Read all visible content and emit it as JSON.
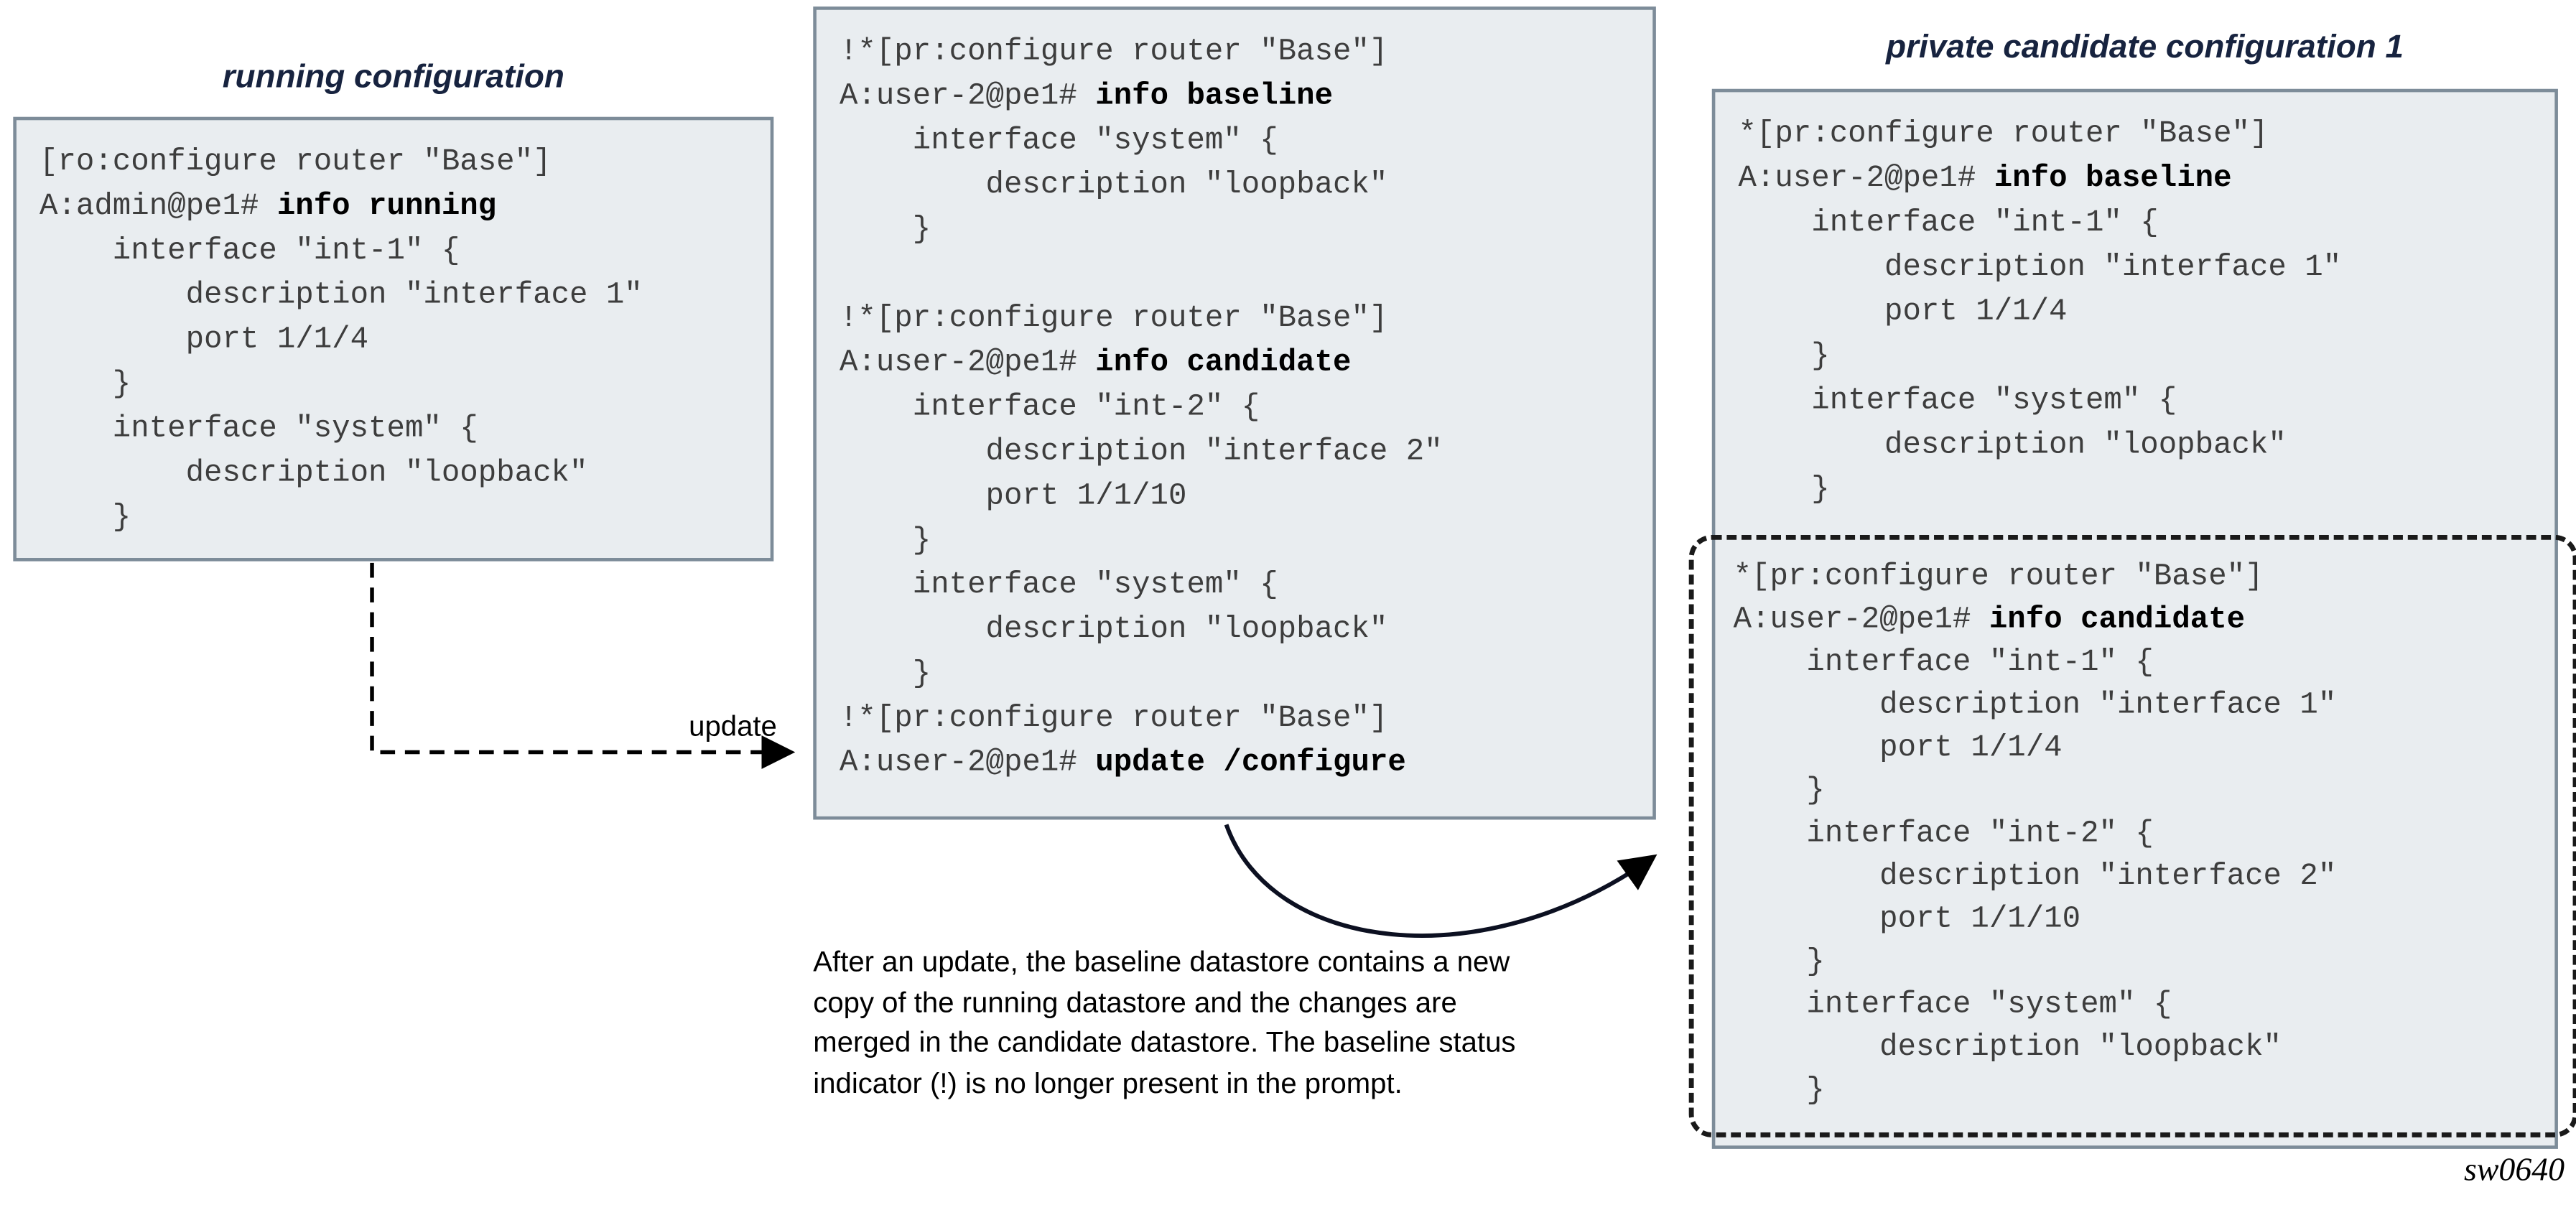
{
  "diagram": {
    "running": {
      "title": "running configuration",
      "lines": [
        {
          "t": "[ro:configure router \"Base\"]"
        },
        {
          "t": "A:admin@pe1# ",
          "b": "info running"
        },
        {
          "t": "    interface \"int-1\" {"
        },
        {
          "t": "        description \"interface 1\""
        },
        {
          "t": "        port 1/1/4"
        },
        {
          "t": "    }"
        },
        {
          "t": "    interface \"system\" {"
        },
        {
          "t": "        description \"loopback\""
        },
        {
          "t": "    }"
        }
      ]
    },
    "update_box": {
      "lines": [
        {
          "t": "!*[pr:configure router \"Base\"]"
        },
        {
          "t": "A:user-2@pe1# ",
          "b": "info baseline"
        },
        {
          "t": "    interface \"system\" {"
        },
        {
          "t": "        description \"loopback\""
        },
        {
          "t": "    }"
        },
        {
          "t": ""
        },
        {
          "t": "!*[pr:configure router \"Base\"]"
        },
        {
          "t": "A:user-2@pe1# ",
          "b": "info candidate"
        },
        {
          "t": "    interface \"int-2\" {"
        },
        {
          "t": "        description \"interface 2\""
        },
        {
          "t": "        port 1/1/10"
        },
        {
          "t": "    }"
        },
        {
          "t": "    interface \"system\" {"
        },
        {
          "t": "        description \"loopback\""
        },
        {
          "t": "    }"
        },
        {
          "t": "!*[pr:configure router \"Base\"]"
        },
        {
          "t": "A:user-2@pe1# ",
          "b": "update /configure"
        }
      ]
    },
    "private_candidate": {
      "title": "private candidate configuration 1",
      "baseline_lines": [
        {
          "t": "*[pr:configure router \"Base\"]"
        },
        {
          "t": "A:user-2@pe1# ",
          "b": "info baseline"
        },
        {
          "t": "    interface \"int-1\" {"
        },
        {
          "t": "        description \"interface 1\""
        },
        {
          "t": "        port 1/1/4"
        },
        {
          "t": "    }"
        },
        {
          "t": "    interface \"system\" {"
        },
        {
          "t": "        description \"loopback\""
        },
        {
          "t": "    }"
        }
      ],
      "candidate_lines": [
        {
          "t": "*[pr:configure router \"Base\"]"
        },
        {
          "t": "A:user-2@pe1# ",
          "b": "info candidate"
        },
        {
          "t": "    interface \"int-1\" {"
        },
        {
          "t": "        description \"interface 1\""
        },
        {
          "t": "        port 1/1/4"
        },
        {
          "t": "    }"
        },
        {
          "t": "    interface \"int-2\" {"
        },
        {
          "t": "        description \"interface 2\""
        },
        {
          "t": "        port 1/1/10"
        },
        {
          "t": "    }"
        },
        {
          "t": "    interface \"system\" {"
        },
        {
          "t": "        description \"loopback\""
        },
        {
          "t": "    }"
        }
      ]
    },
    "update_label": "update",
    "caption_lines": [
      "After an update, the baseline datastore contains a new",
      "copy of the running datastore and the changes are",
      "merged in the candidate datastore. The baseline status",
      "indicator (!) is no longer present in the prompt."
    ],
    "figure_id": "sw0640"
  },
  "colors": {
    "box_fill": "#e9edf0",
    "box_border": "#7d8c99",
    "title_text": "#17233f",
    "code_text": "#3d3d3d",
    "code_bold": "#000000",
    "arrow": "#000000"
  }
}
